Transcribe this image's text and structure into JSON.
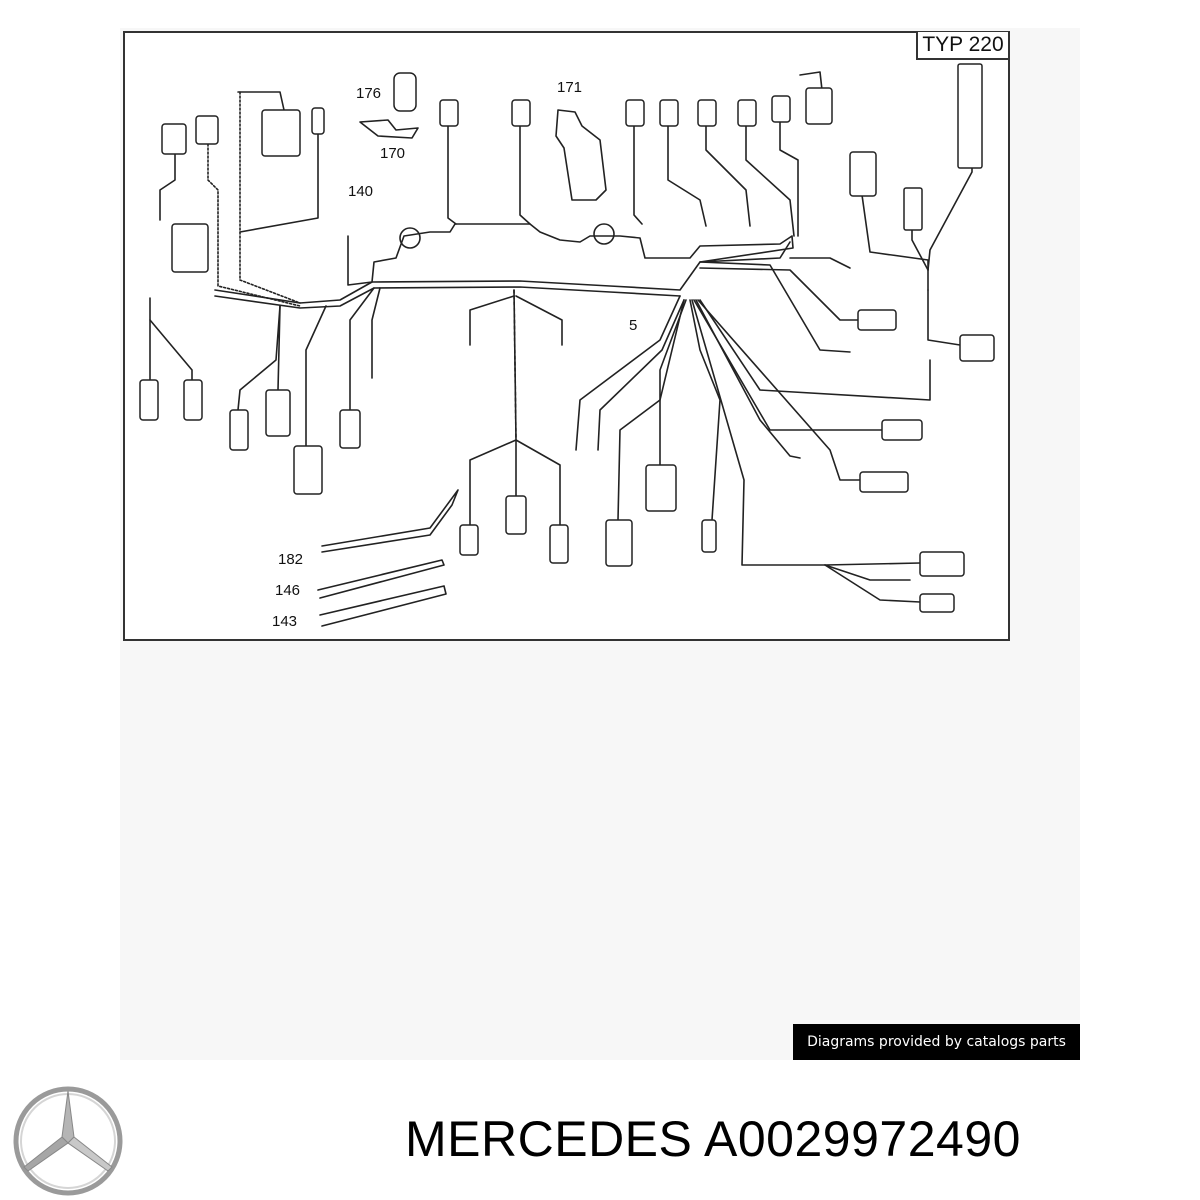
{
  "diagram": {
    "type_label": "TYP 220",
    "part_labels": [
      "176",
      "170",
      "171",
      "140",
      "5",
      "182",
      "146",
      "143"
    ]
  },
  "footer": {
    "credit": "Diagrams provided by catalogs parts",
    "title": "MERCEDES A0029972490"
  },
  "icons": {
    "logo": "mercedes-star-logo"
  }
}
